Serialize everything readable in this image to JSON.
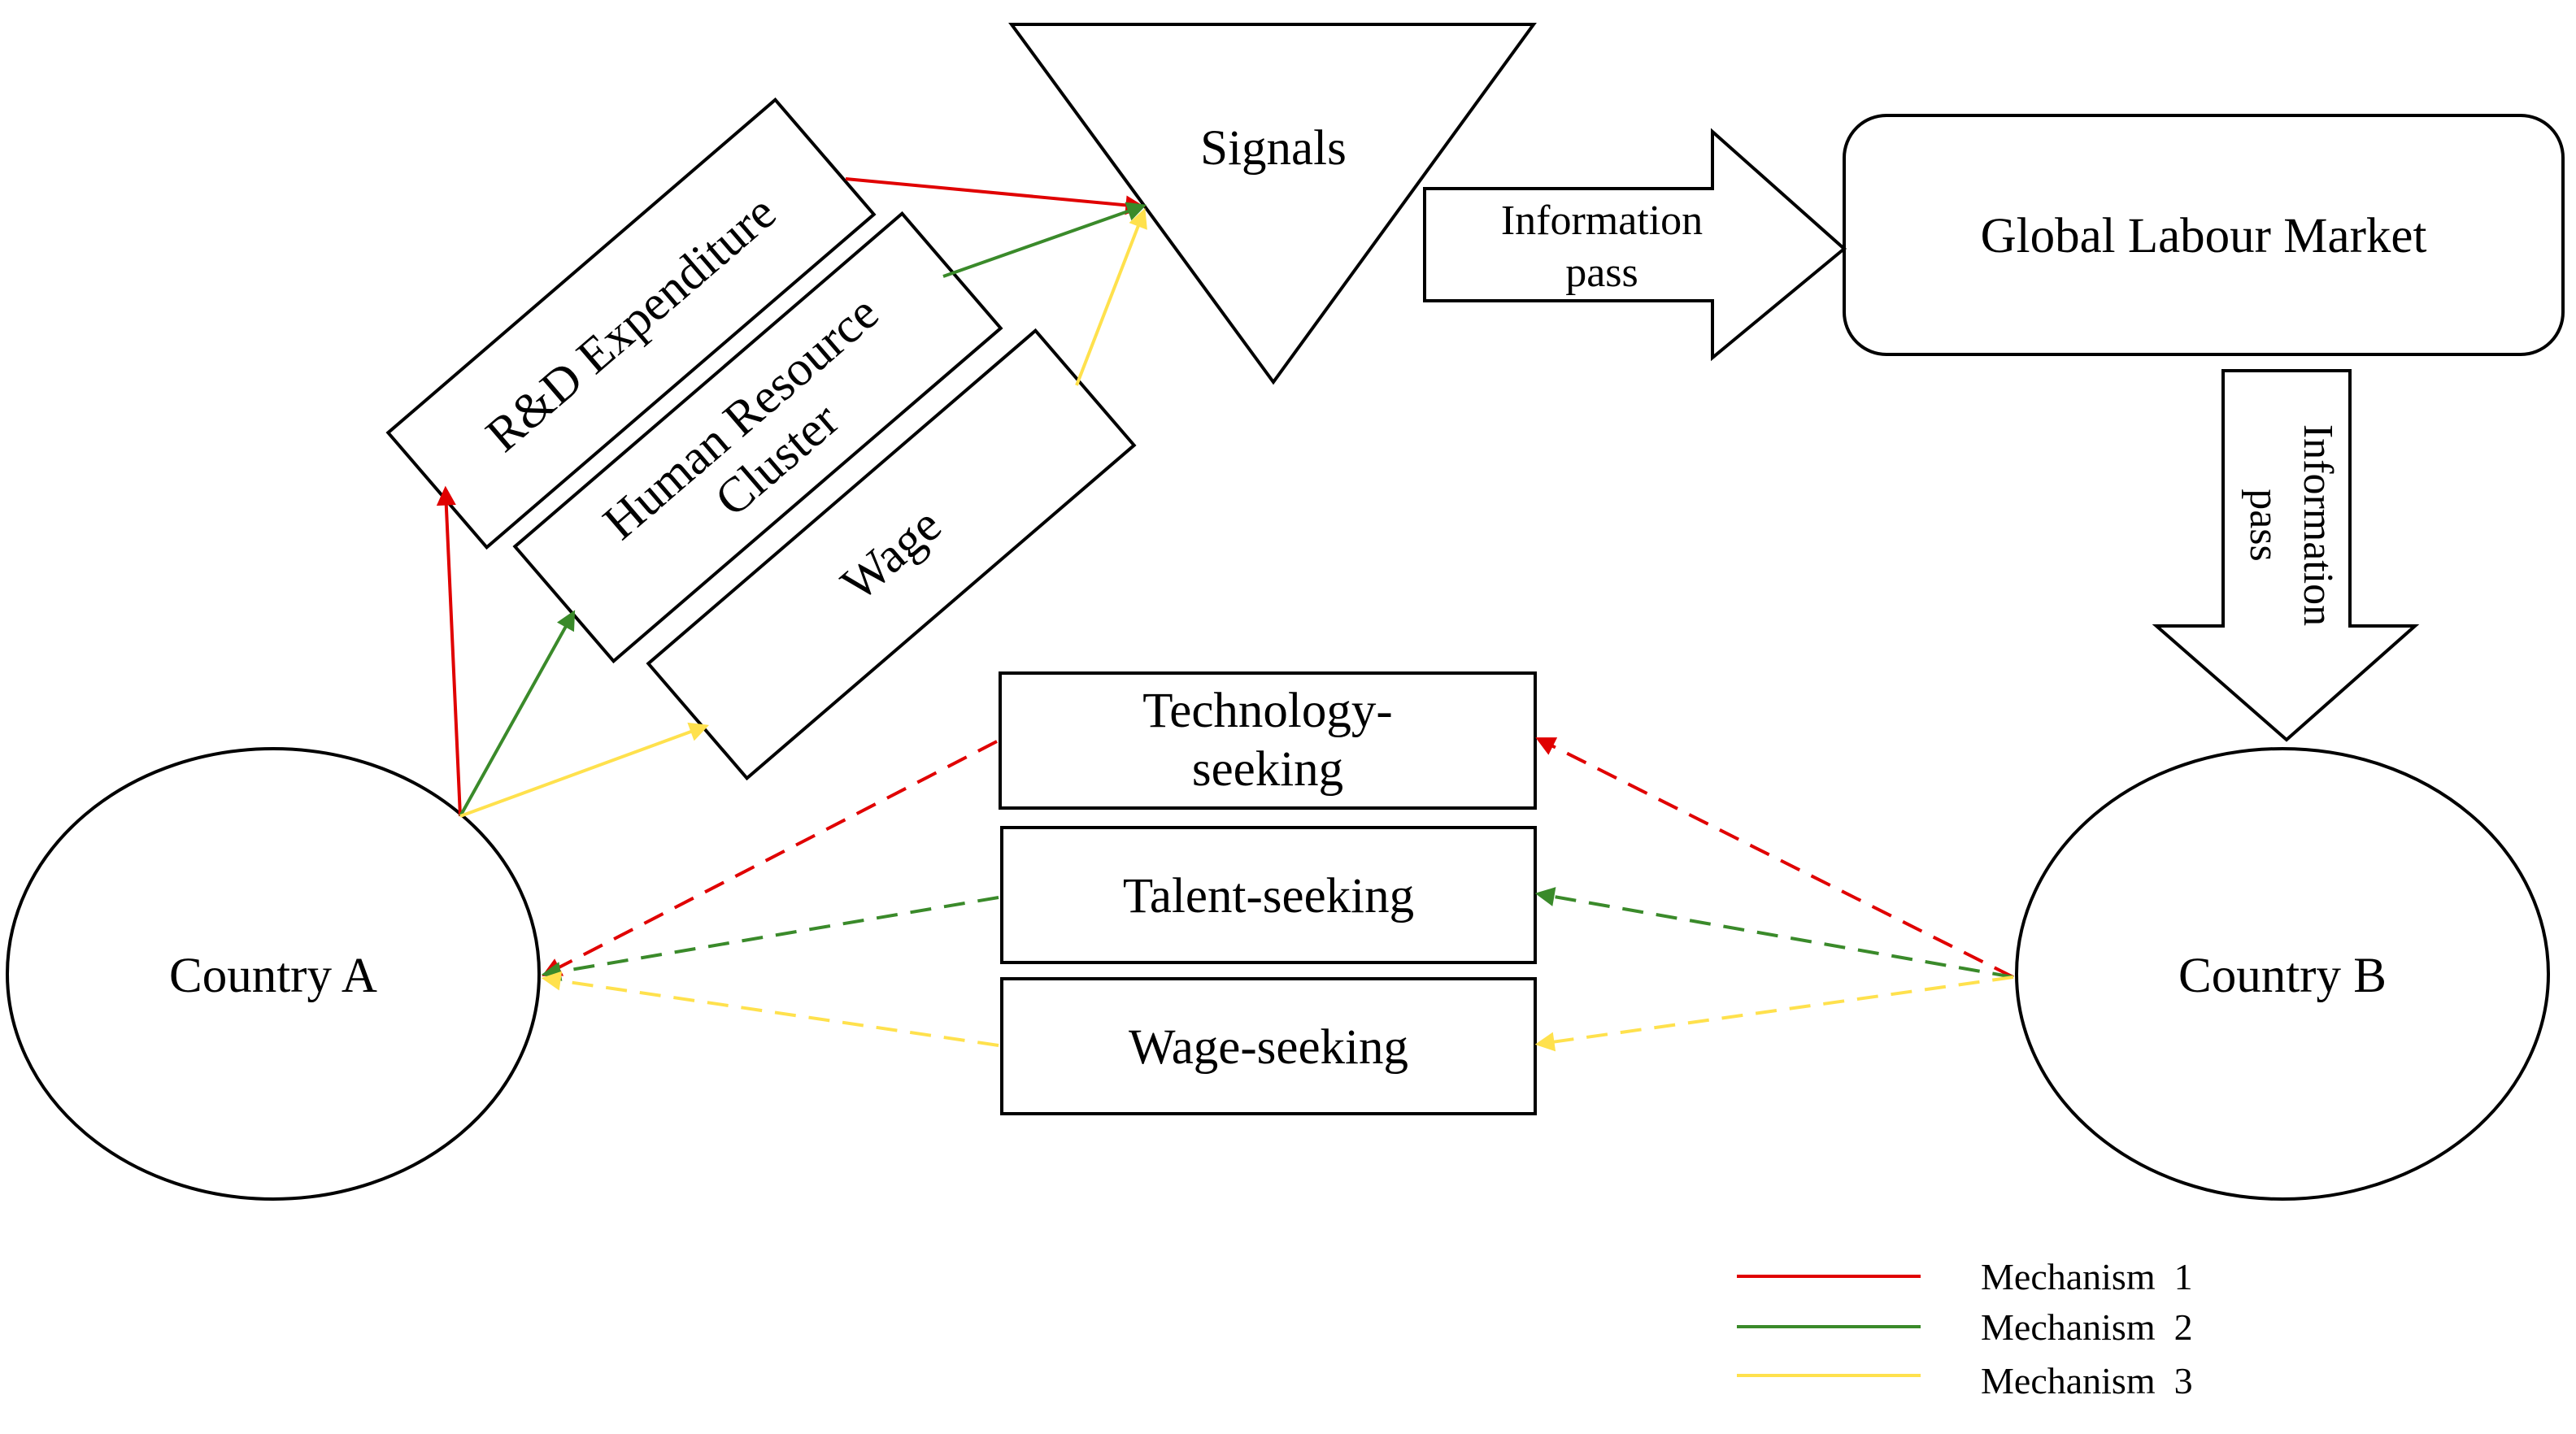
{
  "nodes": {
    "country_a": "Country A",
    "country_b": "Country B",
    "signals": "Signals",
    "global_labour_market": "Global Labour Market",
    "rd_expenditure": "R&D Expenditure",
    "human_resource_cluster_line1": "Human Resource",
    "human_resource_cluster_line2": "Cluster",
    "wage": "Wage",
    "technology_seeking_line1": "Technology-",
    "technology_seeking_line2": "seeking",
    "talent_seeking": "Talent-seeking",
    "wage_seeking": "Wage-seeking"
  },
  "info_pass": {
    "horizontal_line1": "Information",
    "horizontal_line2": "pass",
    "vertical_line1": "Information",
    "vertical_line2": "pass"
  },
  "legend": [
    {
      "label": "Mechanism  1",
      "color": "#e00000"
    },
    {
      "label": "Mechanism  2",
      "color": "#3a8a2a"
    },
    {
      "label": "Mechanism  3",
      "color": "#ffe14d"
    }
  ],
  "colors": {
    "mechanism1": "#e00000",
    "mechanism2": "#3a8a2a",
    "mechanism3": "#ffe14d",
    "outline": "#000000"
  }
}
